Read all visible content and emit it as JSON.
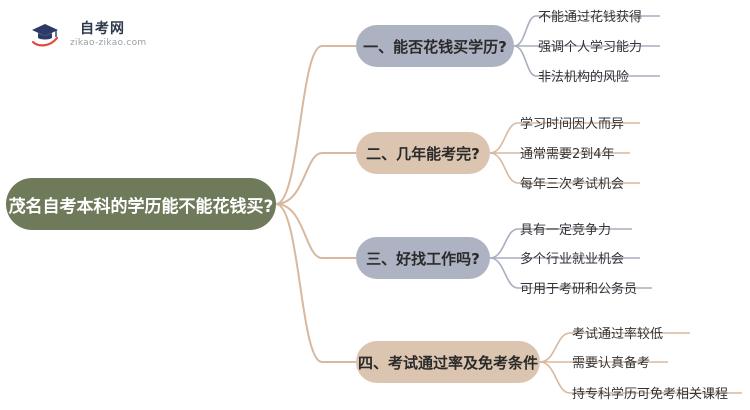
{
  "logo": {
    "title": "自考网",
    "url": "zikao-zikao.com",
    "icon": "graduation-cap-icon",
    "colors": {
      "cap": "#2b3a67",
      "swoosh": "#e2483d"
    }
  },
  "mindmap": {
    "root": "茂名自考本科的学历能不能花钱买?",
    "branches": [
      {
        "label": "一、能否花钱买学历?",
        "items": [
          "不能通过花钱获得",
          "强调个人学习能力",
          "非法机构的风险"
        ]
      },
      {
        "label": "二、几年能考完?",
        "items": [
          "学习时间因人而异",
          "通常需要2到4年",
          "每年三次考试机会"
        ]
      },
      {
        "label": "三、好找工作吗?",
        "items": [
          "具有一定竞争力",
          "多个行业就业机会",
          "可用于考研和公务员"
        ]
      },
      {
        "label": "四、考试通过率及免考条件",
        "items": [
          "考试通过率较低",
          "需要认真备考",
          "持专科学历可免考相关课程"
        ]
      }
    ],
    "colors": {
      "root_bg": "#6f7a5a",
      "branch_purple": "#adb2c2",
      "branch_tan": "#dcc5b0",
      "line_root": "#b9c0a6",
      "line_purple": "#a8adbf",
      "line_tan": "#d8b89e"
    }
  }
}
